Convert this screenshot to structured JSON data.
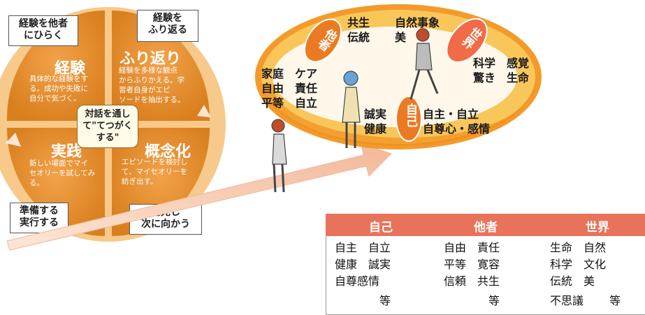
{
  "cycle": {
    "corners": {
      "top_left": "経験を他者\nにひらく",
      "top_right": "経験を\nふり返る",
      "bottom_left": "準備する\n実行する",
      "bottom_right": "発見し\n次に向かう"
    },
    "center": "対話を通し\nて\"てつがく\nする\"",
    "quadrants": [
      {
        "title": "経験",
        "desc": "具体的な経験をす\nる。成功や失敗に\n自分で気づく。"
      },
      {
        "title": "ふり返り",
        "desc": "経験を多様な観点\nからふりかえる。学\n習者自身がエピ\nソードを抽出する。"
      },
      {
        "title": "実践",
        "desc": "新しい場面でマイ\nセオリーを試してみ\nる。"
      },
      {
        "title": "概念化",
        "desc": "エピソードを検討し\nて、マイセオリーを\n紡ぎ出す。"
      }
    ]
  },
  "ring": {
    "labels": {
      "other": "他者",
      "world": "世界",
      "self": "自己"
    },
    "words": {
      "kyosei": "共生\n伝統",
      "shizen": "自然事象\n美",
      "kagaku": "科学　感覚\n驚き　生命",
      "katei": "家庭　ケア\n自由　責任\n平等　自立",
      "seijitsu": "誠実\n健康",
      "jishu": "自主・自立\n自尊心・感情"
    }
  },
  "table": {
    "headers": [
      "自己",
      "他者",
      "世界"
    ],
    "columns": [
      [
        "自主　自立",
        "健康　誠実",
        "自尊感情",
        "　　　　等"
      ],
      [
        "自由　責任",
        "平等　寛容",
        "信頼　共生",
        "　　　　等"
      ],
      [
        "生命　自然",
        "科学　文化",
        "伝統　美",
        "不思議　　 等"
      ]
    ]
  },
  "colors": {
    "orange": "#e38a2a",
    "light_orange": "#f6c070",
    "table_header": "#e8735a"
  }
}
